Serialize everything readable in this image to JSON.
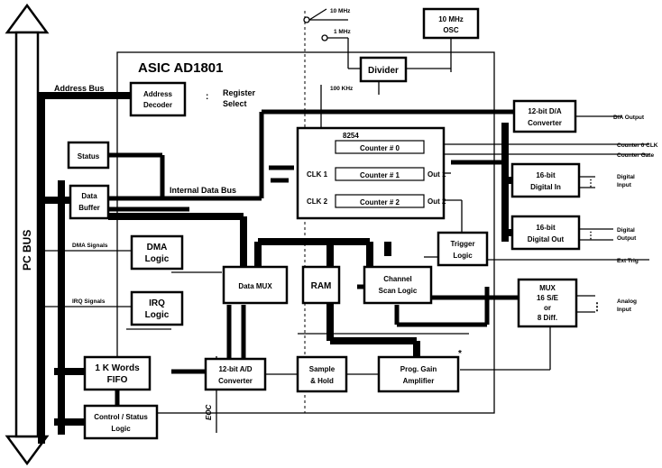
{
  "diagram": {
    "pc_bus": "PC BUS",
    "asic_title": "ASIC AD1801",
    "address_bus": "Address Bus",
    "internal_data_bus": "Internal Data Bus",
    "dma_signals": "DMA Signals",
    "irq_signals": "IRQ Signals",
    "register_select": [
      "Register",
      "Select"
    ],
    "clk_10mhz": "10 MHz",
    "clk_1mhz": "1 MHz",
    "clk_100khz": "100 KHz",
    "osc": [
      "10 MHz",
      "OSC"
    ],
    "divider": "Divider",
    "address_decoder": [
      "Address",
      "Decoder"
    ],
    "status": "Status",
    "data_buffer": [
      "Data",
      "Buffer"
    ],
    "dma_logic": [
      "DMA",
      "Logic"
    ],
    "irq_logic": [
      "IRQ",
      "Logic"
    ],
    "fifo": [
      "1 K Words",
      "FIFO"
    ],
    "control_status": [
      "Control / Status",
      "Logic"
    ],
    "data_mux": "Data MUX",
    "ram": "RAM",
    "channel_scan": [
      "Channel",
      "Scan Logic"
    ],
    "trigger_logic": [
      "Trigger",
      "Logic"
    ],
    "adc": [
      "12-bit A/D",
      "Converter"
    ],
    "sample_hold": [
      "Sample",
      "& Hold"
    ],
    "pga": [
      "Prog. Gain",
      "Amplifier"
    ],
    "mux": [
      "MUX",
      "16 S/E",
      "or",
      "8 Diff."
    ],
    "dac": [
      "12-bit D/A",
      "Converter"
    ],
    "digital_in": [
      "16-bit",
      "Digital In"
    ],
    "digital_out": [
      "16-bit",
      "Digital Out"
    ],
    "counter_8254": "8254",
    "counter0": "Counter # 0",
    "counter1": "Counter # 1",
    "counter2": "Counter # 2",
    "clk1": "CLK 1",
    "clk2": "CLK 2",
    "out1": "Out 1",
    "out2": "Out 2",
    "eoc": "EOC",
    "asterisk": "*",
    "da_output": "D/A  Output",
    "counter0_clk": "Counter 0 CLK",
    "counter_gate": "Counter Gate",
    "digital_input": [
      "Digital",
      "Input"
    ],
    "digital_output": [
      "Digital",
      "Output"
    ],
    "ext_trig": "Ext Trig",
    "analog_input": [
      "Analog",
      "Input"
    ]
  }
}
